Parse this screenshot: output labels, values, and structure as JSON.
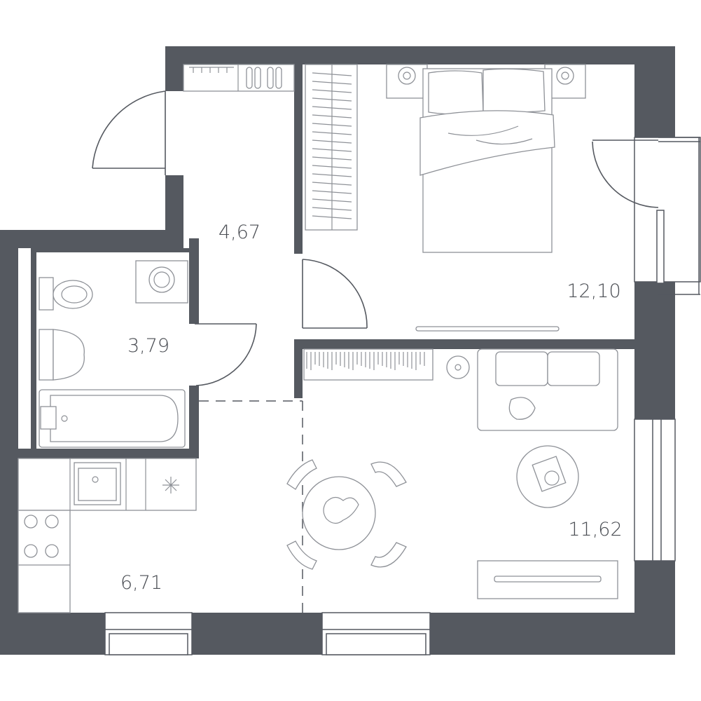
{
  "plan": {
    "rooms": [
      {
        "id": "hallway",
        "area": "4,67"
      },
      {
        "id": "bathroom",
        "area": "3,79"
      },
      {
        "id": "kitchen",
        "area": "6,71"
      },
      {
        "id": "bedroom",
        "area": "12,10"
      },
      {
        "id": "living-room",
        "area": "11,62"
      }
    ]
  },
  "colors": {
    "wall": "#555960",
    "furniture_stroke": "#8e9197",
    "label": "#4a4d53",
    "background": "#ffffff"
  }
}
